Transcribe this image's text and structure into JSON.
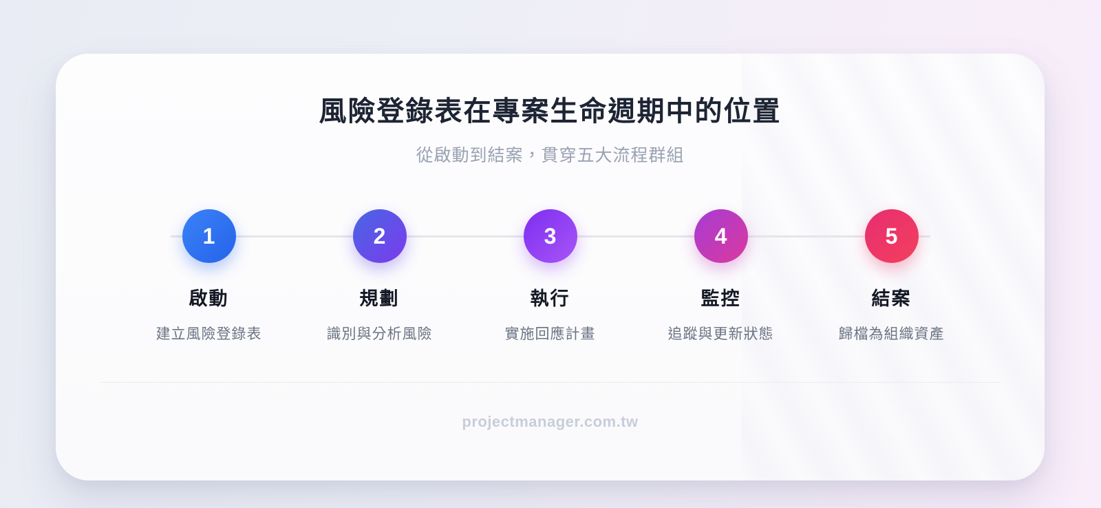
{
  "page": {
    "title": "風險登錄表在專案生命週期中的位置",
    "subtitle": "從啟動到結案，貫穿五大流程群組",
    "footer": "projectmanager.com.tw"
  },
  "colors": {
    "page_background_from": "#e9ecf4",
    "page_background_to": "#f9edfa",
    "card_background": "#fcfbfd",
    "timeline_line": "#e5e5ea",
    "title_text": "#1d2433",
    "subtitle_text": "#99a2b2",
    "step_label_text": "#141824",
    "step_desc_text": "#6a7383",
    "footer_text": "#c7ced9"
  },
  "steps": [
    {
      "number": "1",
      "label": "啟動",
      "description": "建立風險登錄表",
      "color_from": "#3b82f6",
      "color_to": "#2563eb",
      "shadow": "rgba(37, 99, 235, 0.32)"
    },
    {
      "number": "2",
      "label": "規劃",
      "description": "識別與分析風險",
      "color_from": "#4767e4",
      "color_to": "#7c3aed",
      "shadow": "rgba(93, 62, 231, 0.32)"
    },
    {
      "number": "3",
      "label": "執行",
      "description": "實施回應計畫",
      "color_from": "#7d2ef0",
      "color_to": "#a855f7",
      "shadow": "rgba(147, 63, 243, 0.32)"
    },
    {
      "number": "4",
      "label": "監控",
      "description": "追蹤與更新狀態",
      "color_from": "#a63bd4",
      "color_to": "#db3a9e",
      "shadow": "rgba(192, 58, 185, 0.32)"
    },
    {
      "number": "5",
      "label": "結案",
      "description": "歸檔為組織資產",
      "color_from": "#e62e70",
      "color_to": "#f43f5e",
      "shadow": "rgba(238, 55, 103, 0.32)"
    }
  ]
}
